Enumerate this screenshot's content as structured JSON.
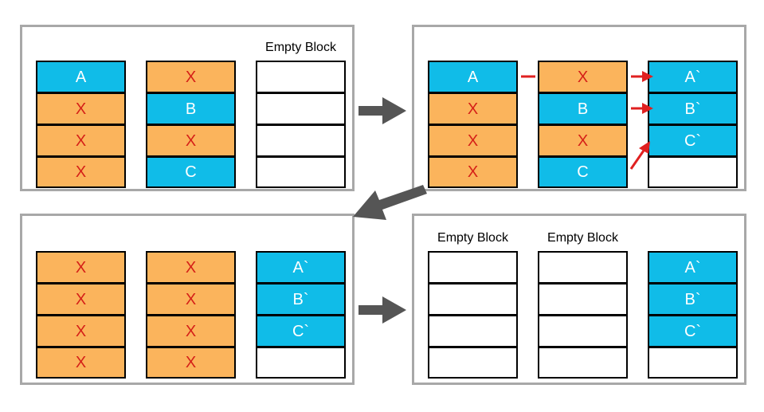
{
  "diagram": {
    "title": "Garbage collection / copying compaction across memory blocks",
    "colors": {
      "valid_cell": "#10bce8",
      "invalid_cell": "#fbb45c",
      "empty_cell": "#ffffff",
      "cell_border": "#000000",
      "panel_border": "#a8a8a8",
      "flow_arrow": "#555555",
      "red_arrow": "#e02020",
      "invalid_label_color": "#d52018",
      "valid_label_color": "#ffffff"
    },
    "labels": {
      "empty_block": "Empty Block",
      "invalid_marker": "X"
    }
  },
  "panels": [
    {
      "id": "panel-tl",
      "name": "step-1-before-collection",
      "columns": [
        {
          "name": "block-1",
          "label": "",
          "cells": [
            {
              "text": "A",
              "state": "valid"
            },
            {
              "text": "X",
              "state": "invalid"
            },
            {
              "text": "X",
              "state": "invalid"
            },
            {
              "text": "X",
              "state": "invalid"
            }
          ]
        },
        {
          "name": "block-2",
          "label": "",
          "cells": [
            {
              "text": "X",
              "state": "invalid"
            },
            {
              "text": "B",
              "state": "valid"
            },
            {
              "text": "X",
              "state": "invalid"
            },
            {
              "text": "C",
              "state": "valid"
            }
          ]
        },
        {
          "name": "block-3",
          "label": "Empty Block",
          "cells": [
            {
              "text": "",
              "state": "empty"
            },
            {
              "text": "",
              "state": "empty"
            },
            {
              "text": "",
              "state": "empty"
            },
            {
              "text": "",
              "state": "empty"
            }
          ]
        }
      ]
    },
    {
      "id": "panel-tr",
      "name": "step-2-copying-live-objects",
      "columns": [
        {
          "name": "block-1",
          "label": "",
          "cells": [
            {
              "text": "A",
              "state": "valid"
            },
            {
              "text": "X",
              "state": "invalid"
            },
            {
              "text": "X",
              "state": "invalid"
            },
            {
              "text": "X",
              "state": "invalid"
            }
          ]
        },
        {
          "name": "block-2",
          "label": "",
          "cells": [
            {
              "text": "X",
              "state": "invalid"
            },
            {
              "text": "B",
              "state": "valid"
            },
            {
              "text": "X",
              "state": "invalid"
            },
            {
              "text": "C",
              "state": "valid"
            }
          ]
        },
        {
          "name": "block-3",
          "label": "",
          "cells": [
            {
              "text": "A`",
              "state": "valid"
            },
            {
              "text": "B`",
              "state": "valid"
            },
            {
              "text": "C`",
              "state": "valid"
            },
            {
              "text": "",
              "state": "empty"
            }
          ]
        }
      ]
    },
    {
      "id": "panel-bl",
      "name": "step-3-source-blocks-all-garbage",
      "columns": [
        {
          "name": "block-1",
          "label": "",
          "cells": [
            {
              "text": "X",
              "state": "invalid"
            },
            {
              "text": "X",
              "state": "invalid"
            },
            {
              "text": "X",
              "state": "invalid"
            },
            {
              "text": "X",
              "state": "invalid"
            }
          ]
        },
        {
          "name": "block-2",
          "label": "",
          "cells": [
            {
              "text": "X",
              "state": "invalid"
            },
            {
              "text": "X",
              "state": "invalid"
            },
            {
              "text": "X",
              "state": "invalid"
            },
            {
              "text": "X",
              "state": "invalid"
            }
          ]
        },
        {
          "name": "block-3",
          "label": "",
          "cells": [
            {
              "text": "A`",
              "state": "valid"
            },
            {
              "text": "B`",
              "state": "valid"
            },
            {
              "text": "C`",
              "state": "valid"
            },
            {
              "text": "",
              "state": "empty"
            }
          ]
        }
      ]
    },
    {
      "id": "panel-br",
      "name": "step-4-source-blocks-reclaimed",
      "columns": [
        {
          "name": "block-1",
          "label": "Empty Block",
          "cells": [
            {
              "text": "",
              "state": "empty"
            },
            {
              "text": "",
              "state": "empty"
            },
            {
              "text": "",
              "state": "empty"
            },
            {
              "text": "",
              "state": "empty"
            }
          ]
        },
        {
          "name": "block-2",
          "label": "Empty Block",
          "cells": [
            {
              "text": "",
              "state": "empty"
            },
            {
              "text": "",
              "state": "empty"
            },
            {
              "text": "",
              "state": "empty"
            },
            {
              "text": "",
              "state": "empty"
            }
          ]
        },
        {
          "name": "block-3",
          "label": "",
          "cells": [
            {
              "text": "A`",
              "state": "valid"
            },
            {
              "text": "B`",
              "state": "valid"
            },
            {
              "text": "C`",
              "state": "valid"
            },
            {
              "text": "",
              "state": "empty"
            }
          ]
        }
      ]
    }
  ],
  "flow_arrows": [
    {
      "name": "flow-arrow-top-right",
      "direction": "right"
    },
    {
      "name": "flow-arrow-middle-left",
      "direction": "down-left"
    },
    {
      "name": "flow-arrow-bottom-right",
      "direction": "right"
    }
  ],
  "red_annotations": [
    {
      "name": "red-line-block1-to-block2",
      "kind": "line"
    },
    {
      "name": "red-arrow-row1-to-copy",
      "kind": "arrow-right"
    },
    {
      "name": "red-arrow-row2-to-copy",
      "kind": "arrow-right"
    },
    {
      "name": "red-arrow-row4-to-copy",
      "kind": "arrow-up-right"
    }
  ]
}
